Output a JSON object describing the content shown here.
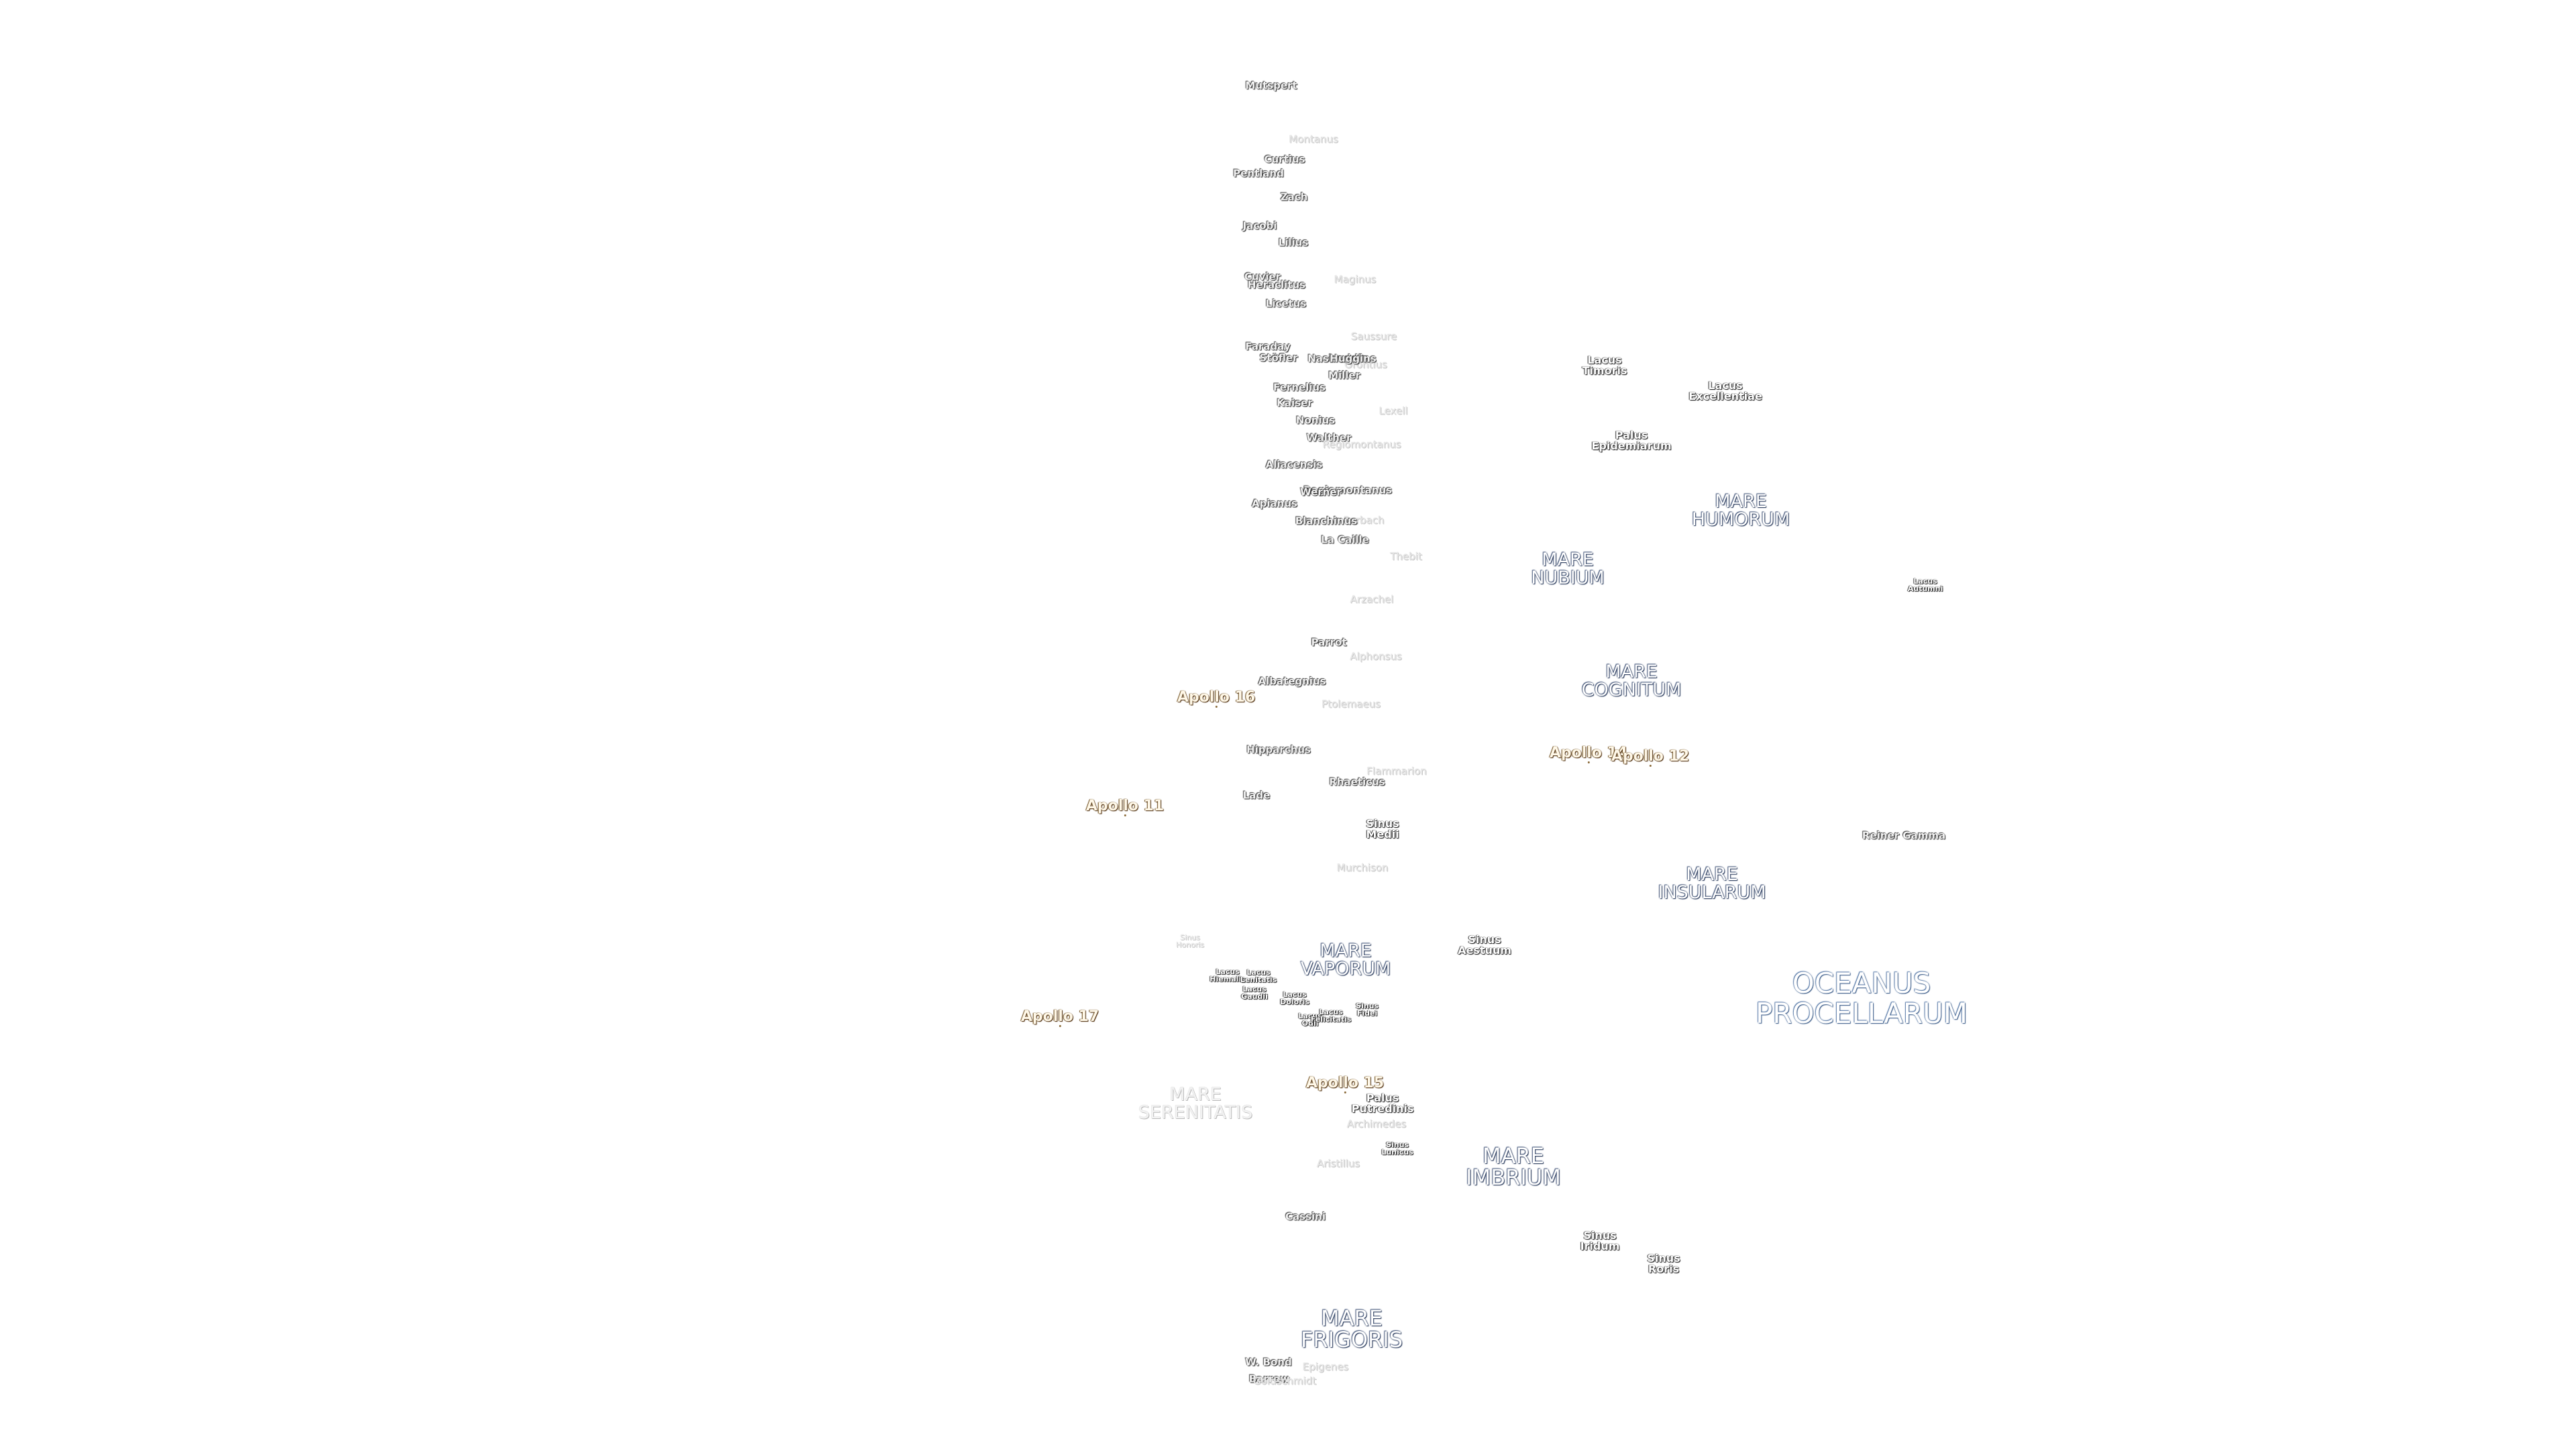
{
  "map": {
    "features": [
      {
        "id": "mutspert",
        "text": "Mutspert",
        "kind": "crater"
      },
      {
        "id": "montanus",
        "text": "Montanus",
        "kind": "crater",
        "faint": true
      },
      {
        "id": "curtius",
        "text": "Curtius",
        "kind": "crater"
      },
      {
        "id": "pentland",
        "text": "Pentland",
        "kind": "crater"
      },
      {
        "id": "zach",
        "text": "Zach",
        "kind": "crater"
      },
      {
        "id": "jacobi",
        "text": "Jacobi",
        "kind": "crater"
      },
      {
        "id": "lilius",
        "text": "Lilius",
        "kind": "crater"
      },
      {
        "id": "cuvier",
        "text": "Cuvier",
        "kind": "crater"
      },
      {
        "id": "heraclitus",
        "text": "Heraclitus",
        "kind": "crater"
      },
      {
        "id": "maginus",
        "text": "Maginus",
        "kind": "crater",
        "faint": true
      },
      {
        "id": "licetus",
        "text": "Licetus",
        "kind": "crater"
      },
      {
        "id": "saussure",
        "text": "Saussure",
        "kind": "crater",
        "faint": true
      },
      {
        "id": "faraday",
        "text": "Faraday",
        "kind": "crater"
      },
      {
        "id": "stofler",
        "text": "Stöfler",
        "kind": "crater"
      },
      {
        "id": "nasireddin",
        "text": "Nasireddin",
        "kind": "crater"
      },
      {
        "id": "orontius",
        "text": "Orontius",
        "kind": "crater",
        "faint": true
      },
      {
        "id": "huggins",
        "text": "Huggins",
        "kind": "crater"
      },
      {
        "id": "miller",
        "text": "Miller",
        "kind": "crater"
      },
      {
        "id": "fernelius",
        "text": "Fernelius",
        "kind": "crater"
      },
      {
        "id": "kaiser",
        "text": "Kaiser",
        "kind": "crater"
      },
      {
        "id": "lexell",
        "text": "Lexell",
        "kind": "crater",
        "faint": true
      },
      {
        "id": "nonius",
        "text": "Nonius",
        "kind": "crater"
      },
      {
        "id": "walther",
        "text": "Walther",
        "kind": "crater"
      },
      {
        "id": "regiomontanus-faint",
        "text": "Regiomontanus",
        "kind": "crater",
        "faint": true
      },
      {
        "id": "aliacensis",
        "text": "Aliacensis",
        "kind": "crater"
      },
      {
        "id": "regiomontanus",
        "text": "Regiomontanus",
        "kind": "crater"
      },
      {
        "id": "werner",
        "text": "Werner",
        "kind": "crater"
      },
      {
        "id": "apianus",
        "text": "Apianus",
        "kind": "crater"
      },
      {
        "id": "purbach",
        "text": "Purbach",
        "kind": "crater",
        "faint": true
      },
      {
        "id": "blanchinus",
        "text": "Blanchinus",
        "kind": "crater"
      },
      {
        "id": "la-caille",
        "text": "La Caille",
        "kind": "crater"
      },
      {
        "id": "thebit",
        "text": "Thebit",
        "kind": "crater",
        "faint": true
      },
      {
        "id": "arzachel",
        "text": "Arzachel",
        "kind": "crater",
        "faint": true
      },
      {
        "id": "parrot",
        "text": "Parrot",
        "kind": "crater"
      },
      {
        "id": "alphonsus",
        "text": "Alphonsus",
        "kind": "crater",
        "faint": true
      },
      {
        "id": "albategnius",
        "text": "Albategnius",
        "kind": "crater"
      },
      {
        "id": "ptolemaeus",
        "text": "Ptolemaeus",
        "kind": "crater",
        "faint": true
      },
      {
        "id": "hipparchus",
        "text": "Hipparchus",
        "kind": "crater"
      },
      {
        "id": "flammarion",
        "text": "Flammarion",
        "kind": "crater",
        "faint": true
      },
      {
        "id": "rhaeticus",
        "text": "Rhaeticus",
        "kind": "crater"
      },
      {
        "id": "lade",
        "text": "Lade",
        "kind": "crater"
      },
      {
        "id": "murchison",
        "text": "Murchison",
        "kind": "crater",
        "faint": true
      },
      {
        "id": "archimedes",
        "text": "Archimedes",
        "kind": "crater",
        "faint": true
      },
      {
        "id": "aristillus",
        "text": "Aristillus",
        "kind": "crater",
        "faint": true
      },
      {
        "id": "cassini",
        "text": "Cassini",
        "kind": "crater"
      },
      {
        "id": "w-bond",
        "text": "W. Bond",
        "kind": "crater"
      },
      {
        "id": "epigenes",
        "text": "Epigenes",
        "kind": "crater",
        "faint": true
      },
      {
        "id": "barrow",
        "text": "Barrow",
        "kind": "crater"
      },
      {
        "id": "goldschmidt",
        "text": "Goldschmidt",
        "kind": "crater",
        "faint": true
      },
      {
        "id": "reiner-gamma",
        "text": "Reiner Gamma",
        "kind": "crater"
      },
      {
        "id": "lacus-timoris",
        "text": "Lacus\nTimoris",
        "kind": "sinus"
      },
      {
        "id": "lacus-excellentiae",
        "text": "Lacus\nExcellentiae",
        "kind": "sinus"
      },
      {
        "id": "palus-epidemiarum",
        "text": "Palus\nEpidemiarum",
        "kind": "sinus"
      },
      {
        "id": "lacus-autumni",
        "text": "Lacus\nAutumni",
        "kind": "sinus",
        "tiny": true
      },
      {
        "id": "sinus-medii",
        "text": "Sinus\nMedii",
        "kind": "sinus"
      },
      {
        "id": "sinus-aestuum",
        "text": "Sinus\nAestuum",
        "kind": "sinus"
      },
      {
        "id": "sinus-honoris",
        "text": "Sinus\nHonoris",
        "kind": "sinus",
        "faint": true,
        "tiny": true
      },
      {
        "id": "lacus-hiemalis",
        "text": "Lacus\nHiemalis",
        "kind": "sinus",
        "tiny": true
      },
      {
        "id": "lacus-lenitatis",
        "text": "Lacus\nLenitatis",
        "kind": "sinus",
        "tiny": true
      },
      {
        "id": "lacus-gaudii",
        "text": "Lacus\nGaudii",
        "kind": "sinus",
        "tiny": true
      },
      {
        "id": "lacus-doloris",
        "text": "Lacus\nDoloris",
        "kind": "sinus",
        "tiny": true
      },
      {
        "id": "lacus-odii",
        "text": "Lacus\nOdii",
        "kind": "sinus",
        "tiny": true
      },
      {
        "id": "lacus-felicitatis",
        "text": "Lacus\nFelicitatis",
        "kind": "sinus",
        "tiny": true
      },
      {
        "id": "sinus-fidei",
        "text": "Sinus\nFidei",
        "kind": "sinus",
        "tiny": true
      },
      {
        "id": "palus-putredinis",
        "text": "Palus\nPutredinis",
        "kind": "sinus"
      },
      {
        "id": "sinus-lunicus",
        "text": "Sinus\nLunicus",
        "kind": "sinus",
        "tiny": true
      },
      {
        "id": "sinus-iridum",
        "text": "Sinus\nIridum",
        "kind": "sinus"
      },
      {
        "id": "sinus-roris",
        "text": "Sinus\nRoris",
        "kind": "sinus"
      },
      {
        "id": "mare-nubium",
        "text": "MARE\nNUBIUM",
        "kind": "mare"
      },
      {
        "id": "mare-humorum",
        "text": "MARE\nHUMORUM",
        "kind": "mare"
      },
      {
        "id": "mare-cognitum",
        "text": "MARE\nCOGNITUM",
        "kind": "mare"
      },
      {
        "id": "mare-insularum",
        "text": "MARE\nINSULARUM",
        "kind": "mare"
      },
      {
        "id": "mare-vaporum",
        "text": "MARE\nVAPORUM",
        "kind": "mare"
      },
      {
        "id": "mare-serenitatis",
        "text": "MARE\nSERENITATIS",
        "kind": "mare",
        "faint": true
      },
      {
        "id": "mare-imbrium",
        "text": "MARE\nIMBRIUM",
        "kind": "mare",
        "large": true
      },
      {
        "id": "mare-frigoris",
        "text": "MARE\nFRIGORIS",
        "kind": "mare",
        "large": true
      },
      {
        "id": "oceanus-procellarum",
        "text": "OCEANUS\nPROCELLARUM",
        "kind": "ocean"
      },
      {
        "id": "apollo-16",
        "text": "Apollo 16",
        "kind": "apollo"
      },
      {
        "id": "apollo-14",
        "text": "Apollo 14",
        "kind": "apollo"
      },
      {
        "id": "apollo-12",
        "text": "Apollo 12",
        "kind": "apollo"
      },
      {
        "id": "apollo-11",
        "text": "Apollo 11",
        "kind": "apollo"
      },
      {
        "id": "apollo-17",
        "text": "Apollo 17",
        "kind": "apollo"
      },
      {
        "id": "apollo-15",
        "text": "Apollo 15",
        "kind": "apollo"
      }
    ]
  }
}
